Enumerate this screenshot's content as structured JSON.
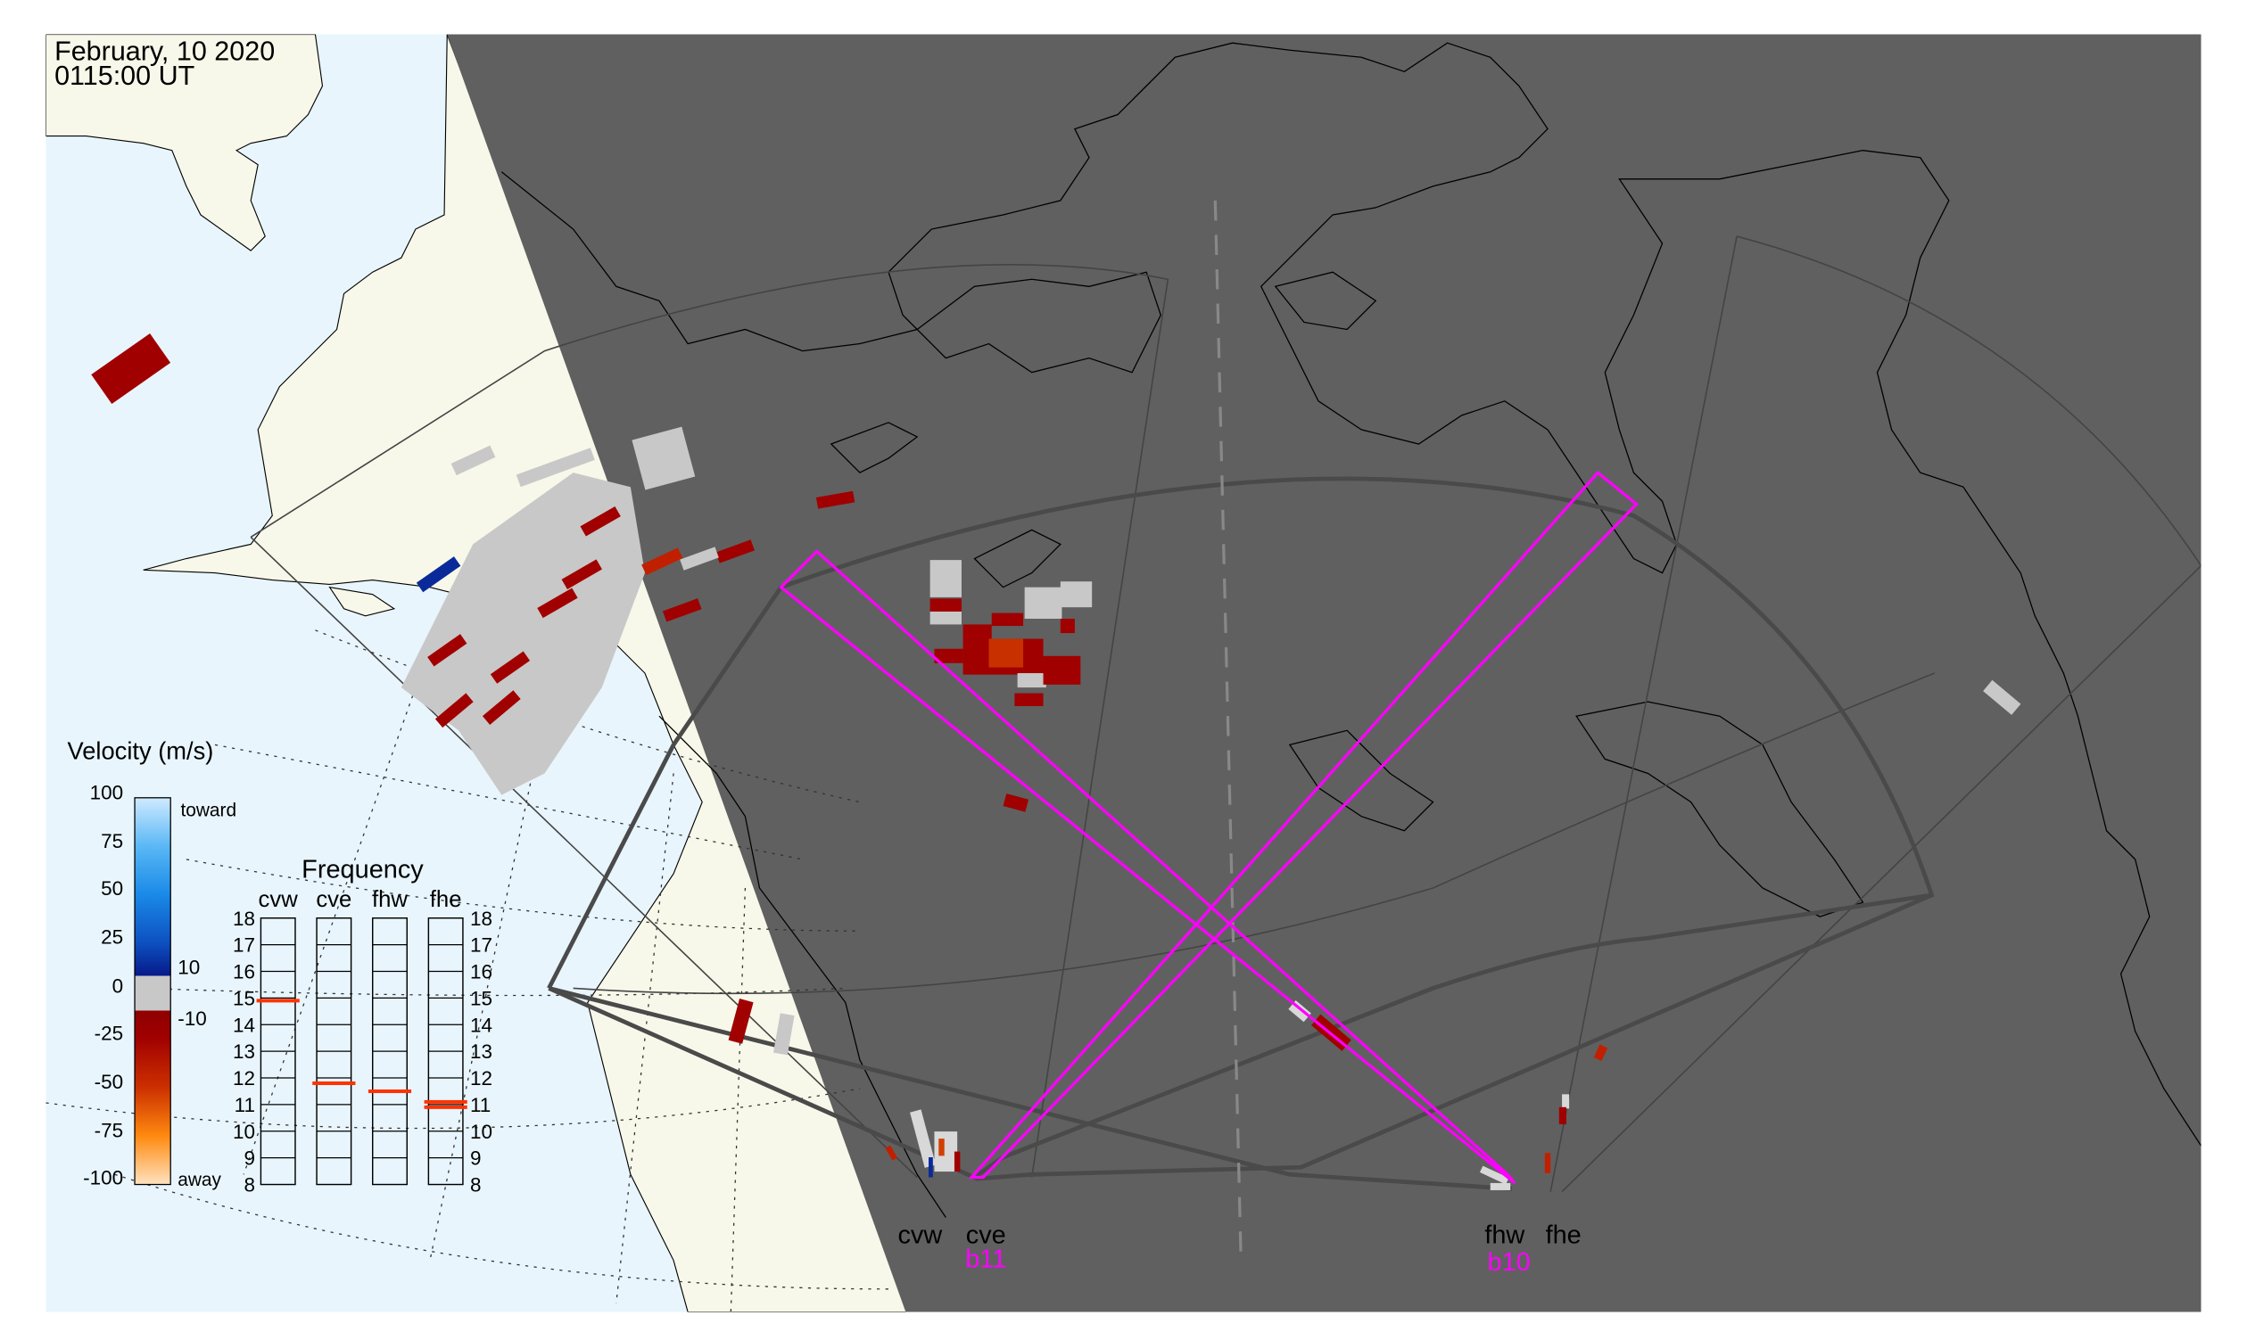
{
  "header": {
    "date": "February, 10 2020",
    "time": "0115:00 UT"
  },
  "colors": {
    "ocean": "#e8f5fd",
    "land": "#f7f8e9",
    "night": "#606060",
    "beam": "#ff00ff",
    "marker": "#ff3300"
  },
  "velocity_legend": {
    "title": "Velocity (m/s)",
    "ticks": [
      "100",
      "75",
      "50",
      "25",
      "0",
      "-25",
      "-50",
      "-75",
      "-100"
    ],
    "toward_label": "toward",
    "away_label": "away"
  },
  "grid_labels": {
    "lat_upper": "10",
    "lat_lower": "-10"
  },
  "frequency_panel": {
    "title": "Frequency",
    "ticks": [
      "18",
      "17",
      "16",
      "15",
      "14",
      "13",
      "12",
      "11",
      "10",
      "9",
      "8"
    ],
    "radars": [
      {
        "label": "cvw",
        "freqs_mhz": [
          14.9
        ]
      },
      {
        "label": "cve",
        "freqs_mhz": [
          11.8
        ]
      },
      {
        "label": "fhw",
        "freqs_mhz": [
          11.5
        ]
      },
      {
        "label": "fhe",
        "freqs_mhz": [
          11.1,
          10.9
        ]
      }
    ]
  },
  "radar_sites": {
    "cvw": "cvw",
    "cve": "cve",
    "fhw": "fhw",
    "fhe": "fhe"
  },
  "beams": {
    "cve": "b11",
    "fhw": "b10"
  }
}
